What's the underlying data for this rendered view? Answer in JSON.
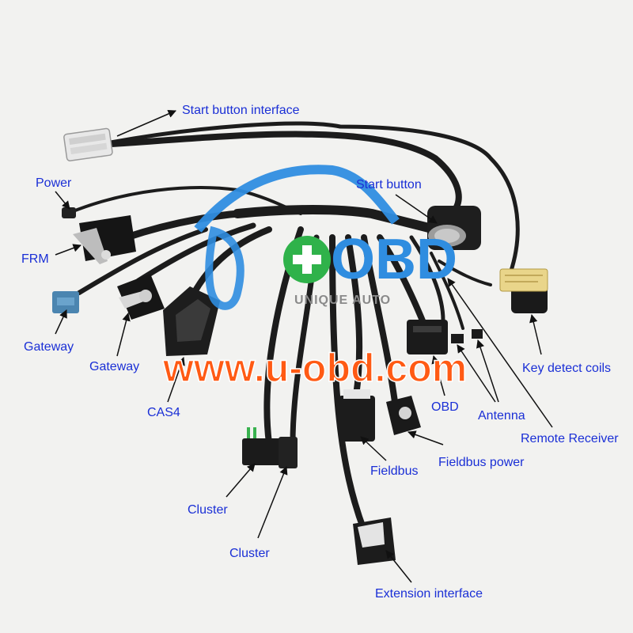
{
  "labels": {
    "start_button_interface": "Start button interface",
    "power": "Power",
    "start_button": "Start button",
    "frm": "FRM",
    "gateway_left": "Gateway",
    "gateway_mid": "Gateway",
    "cas4": "CAS4",
    "key_detect_coils": "Key detect coils",
    "obd": "OBD",
    "antenna": "Antenna",
    "remote_receiver": "Remote Receiver",
    "fieldbus_power": "Fieldbus power",
    "fieldbus": "Fieldbus",
    "cluster_upper": "Cluster",
    "cluster_lower": "Cluster",
    "extension_interface": "Extension interface"
  },
  "watermark": {
    "logo_text": "OBD",
    "logo_subtitle": "UNIQUE AUTO",
    "url": "www.u-obd.com"
  },
  "colors": {
    "label": "#1a2fd6",
    "logo_blue": "#2f8de0",
    "logo_green": "#2fb24a",
    "url_orange": "#ff5a14",
    "cable": "#1c1c1c",
    "background": "#f2f2f0"
  }
}
